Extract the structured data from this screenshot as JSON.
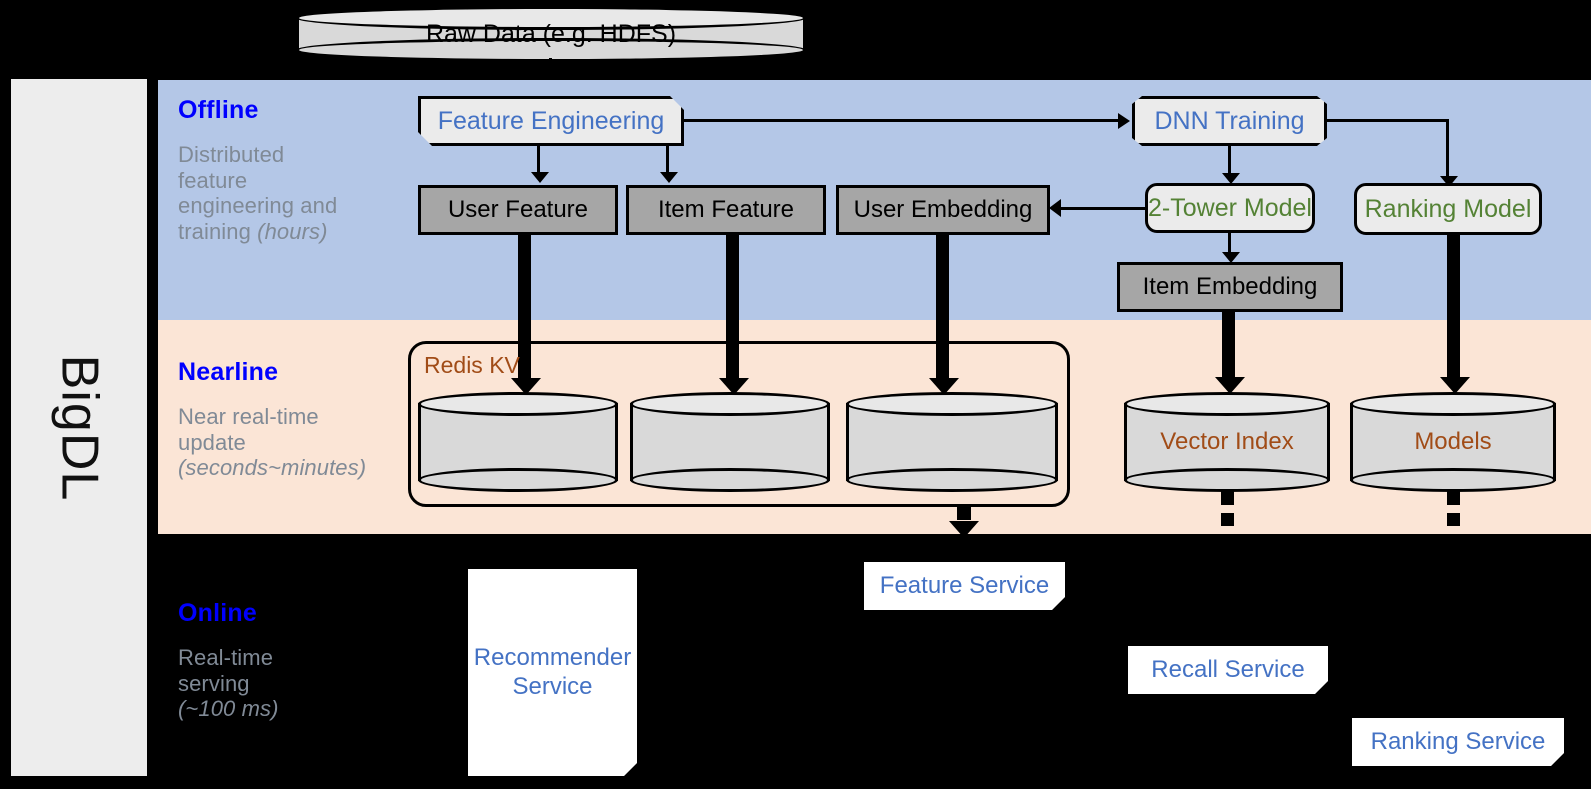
{
  "framework": {
    "name": "BigDL"
  },
  "source": {
    "label": "Raw Data (e.g. HDFS)"
  },
  "bands": [
    {
      "id": "offline",
      "title": "Offline",
      "subtitle_line1": "Distributed",
      "subtitle_line2": "feature",
      "subtitle_line3": "engineering and",
      "subtitle_line4": "training ",
      "subtitle_italic": "(hours)",
      "color": "#b4c7e7"
    },
    {
      "id": "nearline",
      "title": "Nearline",
      "subtitle_line1": "Near real-time",
      "subtitle_line2": "update",
      "subtitle_line3": "",
      "subtitle_line4": "",
      "subtitle_italic": "(seconds~minutes)",
      "color": "#fbe5d6"
    },
    {
      "id": "online",
      "title": "Online",
      "subtitle_line1": "Real-time",
      "subtitle_line2": "serving",
      "subtitle_line3": "",
      "subtitle_line4": "",
      "subtitle_italic": "(~100 ms)",
      "color": "#000000"
    }
  ],
  "offline": {
    "feature_engineering": "Feature Engineering",
    "dnn_training": "DNN Training",
    "two_tower_model": "2-Tower Model",
    "ranking_model": "Ranking Model",
    "user_feature": "User Feature",
    "item_feature": "Item Feature",
    "user_embedding": "User Embedding",
    "item_embedding": "Item Embedding"
  },
  "nearline": {
    "redis_label": "Redis KV",
    "stores": [
      "",
      "",
      ""
    ],
    "vector_index": "Vector Index",
    "models": "Models"
  },
  "online": {
    "recommender_service_line1": "Recommender",
    "recommender_service_line2": "Service",
    "feature_service": "Feature Service",
    "recall_service": "Recall Service",
    "ranking_service": "Ranking Service"
  },
  "colors": {
    "band_title": "#0000ff",
    "band_subtitle": "#808a96",
    "offline_bg": "#b4c7e7",
    "nearline_bg": "#fbe5d6",
    "model_text": "#548235",
    "process_text": "#4472c4",
    "storage_text": "#a14c17",
    "store_fill": "#a6a6a6",
    "canvas_bg": "#000000"
  }
}
